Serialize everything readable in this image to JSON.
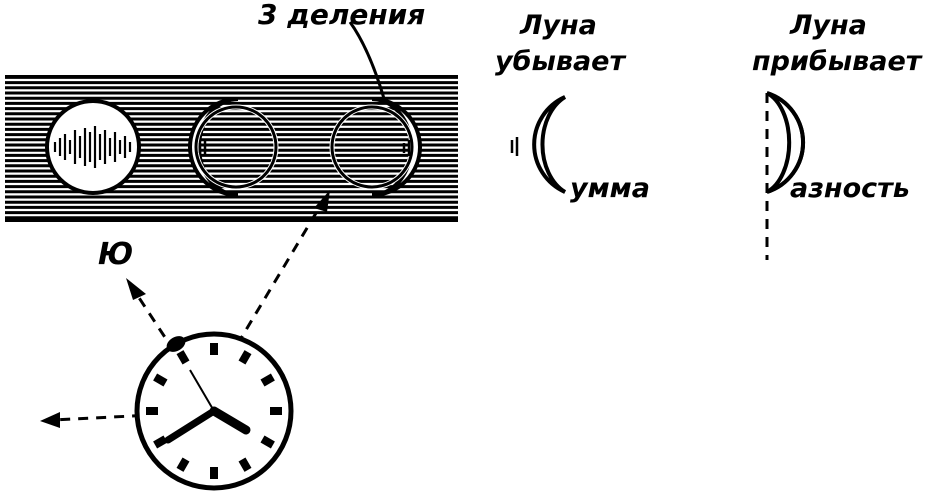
{
  "labels": {
    "divisions": "3 деления",
    "south": "Ю",
    "waning_title_line1": "Луна",
    "waning_title_line2": "убывает",
    "waxing_title_line1": "Луна",
    "waxing_title_line2": "прибывает",
    "sum_suffix": "умма",
    "difference_suffix": "азность"
  },
  "watch": {
    "dial_marks": [
      "12",
      "1",
      "2",
      "3",
      "4",
      "5",
      "6",
      "7",
      "8",
      "9",
      "10",
      "11"
    ]
  },
  "colors": {
    "ink": "#000000",
    "paper": "#ffffff"
  }
}
